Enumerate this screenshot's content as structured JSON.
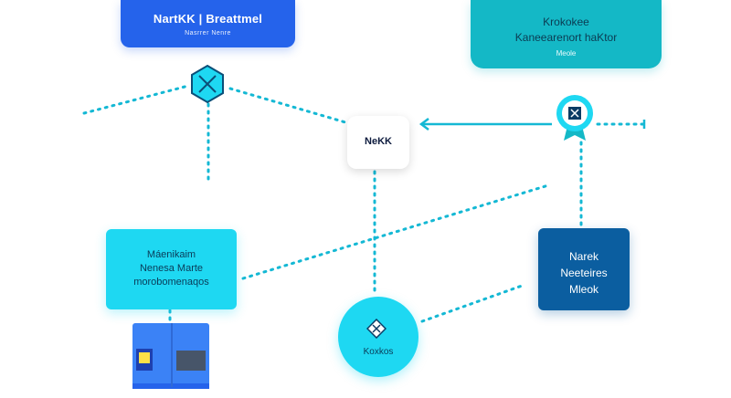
{
  "diagram": {
    "nodes": {
      "top_left": {
        "line1": "NartKK | Breattmel",
        "line2": "Nasrrer Nenre"
      },
      "top_right": {
        "line1": "Krokokee",
        "line2": "Kaneearenort haKtor",
        "line3": "Meole"
      },
      "center": {
        "label": "NeKK"
      },
      "left": {
        "line1": "Máenikaim",
        "line2": "Nenesa  Marte",
        "line3": "morobomenaqos"
      },
      "right": {
        "line1": "Narek",
        "line2": "Neeteires",
        "line3": "Mleok"
      },
      "circle": {
        "label": "Koxkos"
      }
    },
    "icons": [
      "hexagon-network-icon",
      "badge-icon",
      "server-icon",
      "diamond-glyph-icon"
    ],
    "colors": {
      "dot_line": "#14b8d4",
      "blue": "#2563eb",
      "teal": "#14b8c6",
      "cyan": "#1ed8f2",
      "navy": "#0b5ea0"
    }
  }
}
